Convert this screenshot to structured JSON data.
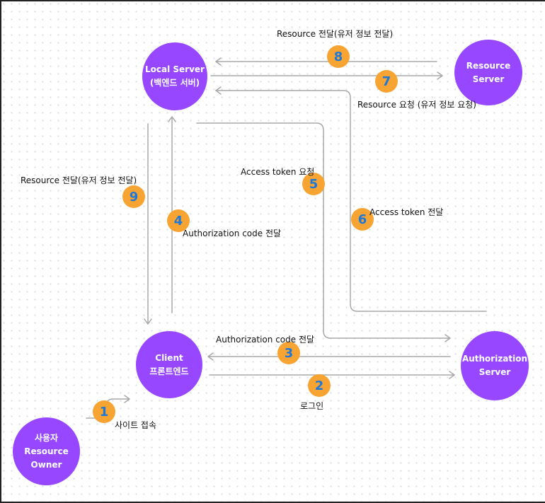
{
  "nodes": {
    "local_server": {
      "line1": "Local Server",
      "line2": "(백엔드 서버)"
    },
    "resource_server": {
      "line1": "Resource",
      "line2": "Server"
    },
    "client": {
      "line1": "Client",
      "line2": "프론트엔드"
    },
    "authorization_server": {
      "line1": "Authorization",
      "line2": "Server"
    },
    "resource_owner": {
      "line1": "사용자",
      "line2": "Resource",
      "line3": "Owner"
    }
  },
  "steps": [
    {
      "num": "1",
      "label": "사이트 접속"
    },
    {
      "num": "2",
      "label": "로그인"
    },
    {
      "num": "3",
      "label": "Authorization code 전달"
    },
    {
      "num": "4",
      "label": "Authorization code 전달"
    },
    {
      "num": "5",
      "label": "Access token 요청"
    },
    {
      "num": "6",
      "label": "Access token 전달"
    },
    {
      "num": "7",
      "label": "Resource 요청 (유저 정보 요청)"
    },
    {
      "num": "8",
      "label": "Resource 전달(유저 정보 전달)"
    },
    {
      "num": "9",
      "label": "Resource 전달(유저 정보 전달)"
    }
  ],
  "colors": {
    "node": "#9747ff",
    "badge": "#f7a432",
    "badge_text": "#1e78d8",
    "line": "#a8a8a8"
  }
}
